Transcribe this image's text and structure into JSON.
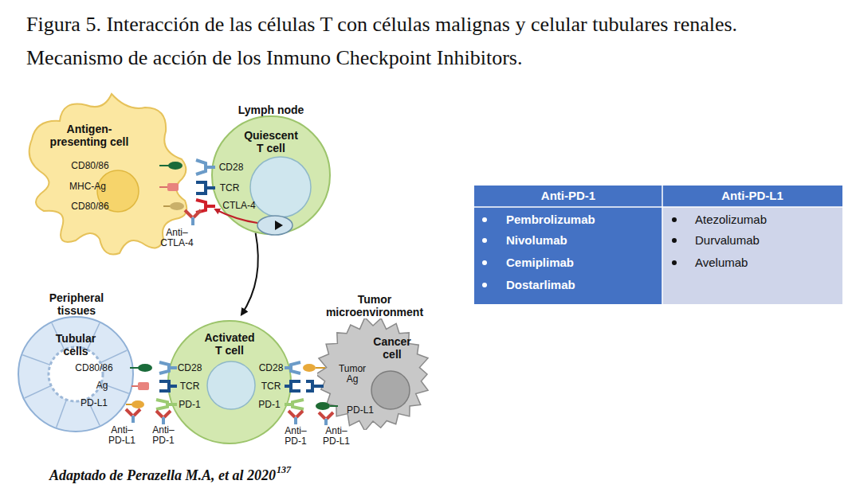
{
  "diagram": {
    "title": "Figura 5. Interacción de las células T con células malignas y celular tubulares renales. Mecanismo de acción de los Inmuno Checkpoint Inhibitors.",
    "caption": "Adaptado de Perazella M.A, et al 2020",
    "nodes": [
      {
        "text": [
          "Antigen- presenting cell"
        ]
      },
      {
        "text": [
          "Quiescent T cell"
        ]
      },
      {
        "text": [
          "Tubular cells"
        ]
      },
      {
        "text": [
          "Activated T cell"
        ]
      },
      {
        "text": [
          "Cancer cell"
        ]
      }
    ],
    "edges": [
      {
        "from": 1,
        "to": 3,
        "arrow": "to"
      }
    ],
    "labels": [
      "Lymph node",
      "CD80/86",
      "MHC-Ag",
      "CD80/86",
      "CD28",
      "TCR",
      "CTLA-4",
      "Anti– CTLA-4",
      "Peripheral tissues",
      "Tumor microenvironment",
      "CD80/86",
      "Ag",
      "PD-L1",
      "Anti– PD-L1",
      "Anti– PD-1",
      "CD28",
      "TCR",
      "PD-1",
      "CD28",
      "TCR",
      "PD-1",
      "Tumor Ag",
      "PD-L1",
      "Anti– PD-1",
      "Anti– PD-L1",
      "Anti-PD-1",
      "Anti-PD-L1",
      "Pembrolizumab",
      "Nivolumab",
      "Cemiplimab",
      "Dostarlimab",
      "Atezolizumab",
      "Durvalumab",
      "Avelumab",
      "137"
    ]
  }
}
